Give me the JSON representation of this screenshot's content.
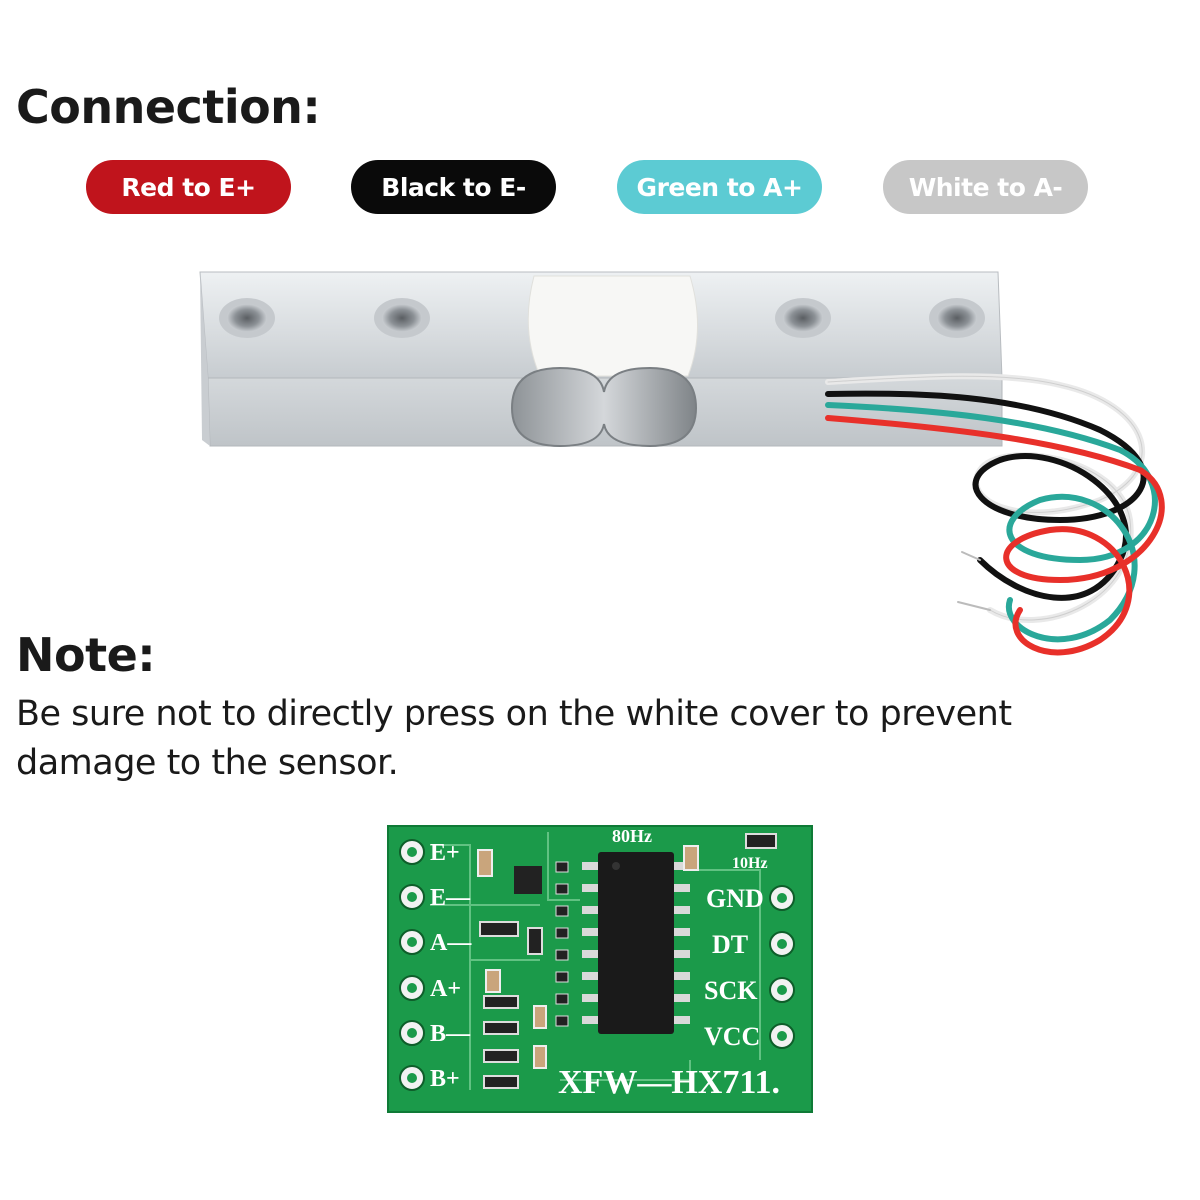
{
  "connection": {
    "heading": "Connection:",
    "pills": [
      {
        "label": "Red to E+",
        "bg": "#c0141c",
        "fg": "#ffffff"
      },
      {
        "label": "Black to E-",
        "bg": "#0a0a0a",
        "fg": "#ffffff"
      },
      {
        "label": "Green to A+",
        "bg": "#5ccbd3",
        "fg": "#ffffff"
      },
      {
        "label": "White to A-",
        "bg": "#c7c7c7",
        "fg": "#ffffff"
      }
    ]
  },
  "note": {
    "heading": "Note:",
    "text": "Be sure not to directly press on the white cover to prevent damage to the sensor."
  },
  "board": {
    "model": "XFW—HX711.",
    "rate_80": "80Hz",
    "rate_10": "10Hz",
    "left_pins": [
      "E+",
      "E—",
      "A—",
      "A+",
      "B—",
      "B+"
    ],
    "right_pins": [
      "GND",
      "DT",
      "SCK",
      "VCC"
    ]
  },
  "colors": {
    "wire_red": "#e8302a",
    "wire_black": "#111111",
    "wire_green": "#2aa89a",
    "wire_white": "#e9e9e9",
    "pcb_green": "#1b9a4a"
  }
}
